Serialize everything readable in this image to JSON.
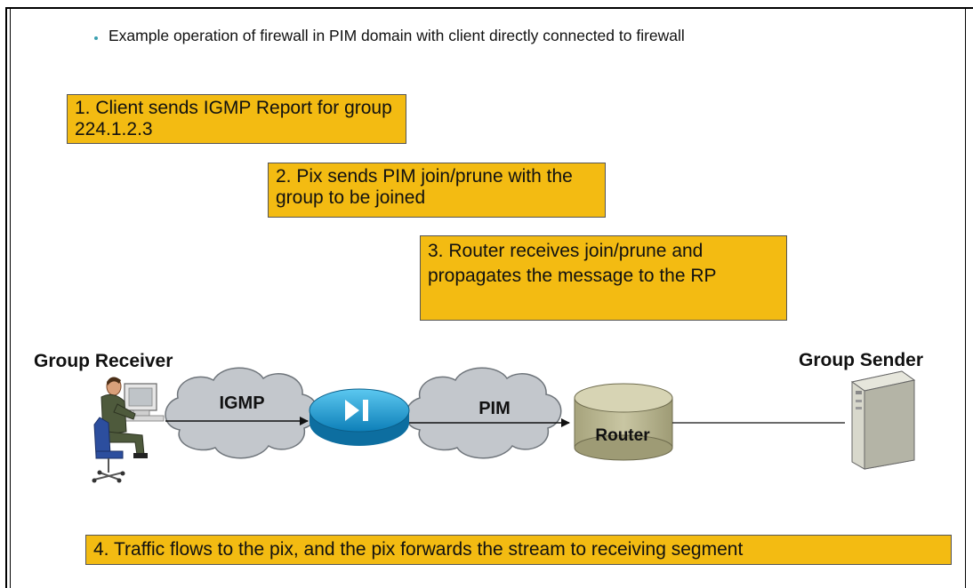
{
  "bullet": {
    "text": "Example operation of firewall in PIM domain with client directly connected to firewall"
  },
  "steps": [
    {
      "text": "1. Client sends IGMP Report for group 224.1.2.3"
    },
    {
      "text": "2. Pix sends PIM join/prune with the group to be joined"
    },
    {
      "text": "3. Router receives join/prune and propagates the message to the RP"
    },
    {
      "text": "4. Traffic flows to the pix, and the pix forwards the stream to receiving segment"
    }
  ],
  "nodes": {
    "receiver_label": "Group Receiver",
    "sender_label": "Group Sender",
    "router_label": "Router"
  },
  "clouds": {
    "igmp_label": "IGMP",
    "pim_label": "PIM"
  },
  "colors": {
    "step_box": "#f3bb12",
    "cloud": "#c3c7cc",
    "firewall": "#1ea2d8",
    "router": "#b8b590",
    "server": "#d8d8cc",
    "bullet": "#3aa0b0"
  },
  "icons": {
    "receiver": "person-at-computer-icon",
    "firewall": "pix-firewall-icon",
    "router": "router-icon",
    "sender": "server-tower-icon"
  }
}
